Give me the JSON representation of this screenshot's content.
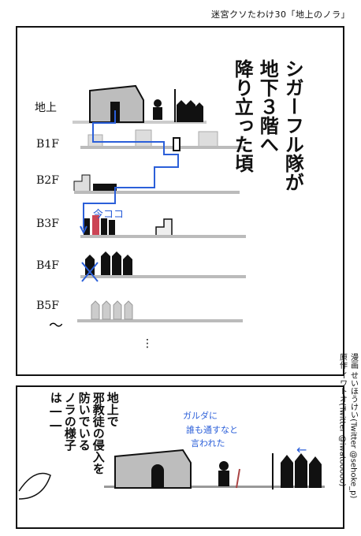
{
  "header": {
    "title": "迷宮クソたわけ30「地上のノラ」"
  },
  "top_panel": {
    "narration": [
      "シガーフル隊が",
      "地下３階へ",
      "降り立った頃"
    ],
    "floors": [
      "地上",
      "B1F",
      "B2F",
      "B3F",
      "B4F",
      "B5F"
    ],
    "here_label": "今ココ"
  },
  "bottom_panel": {
    "narration": [
      "地上で",
      "邪教徒の侵入を",
      "防いでいる",
      "ノラの様子",
      "は――"
    ],
    "handwriting": [
      "ガルダに",
      "誰も通すなと",
      "言われた"
    ]
  },
  "credits": {
    "original": "原作 イワトオ(Twitter @iwatooooo)",
    "manga": "漫画 せいほうけい(Twitter @sehoke_p)"
  },
  "colors": {
    "ink": "#111111",
    "route": "#2b5fd9",
    "tone": "#b8b8b8"
  }
}
